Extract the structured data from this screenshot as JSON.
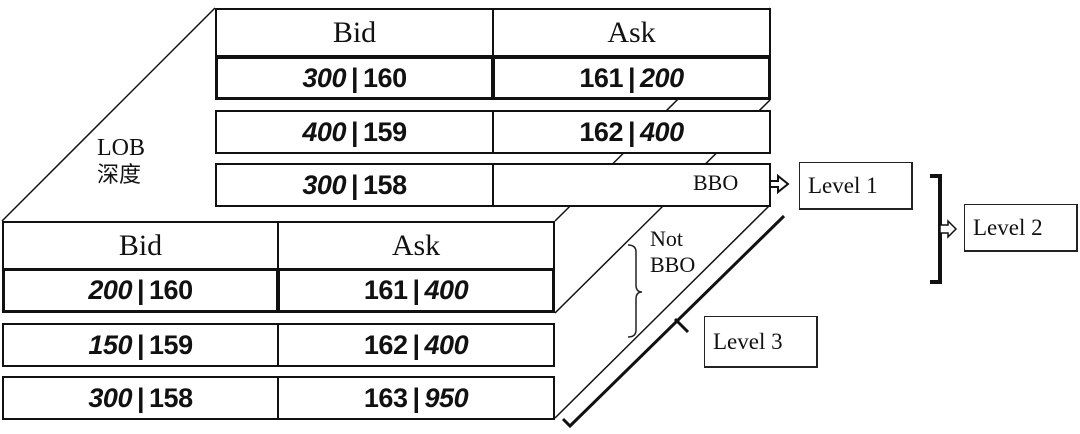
{
  "back_table": {
    "header": {
      "bid": "Bid",
      "ask": "Ask"
    },
    "rows": [
      {
        "bid_qty": "300",
        "bid_price": "160",
        "ask_price": "161",
        "ask_qty": "200"
      },
      {
        "bid_qty": "400",
        "bid_price": "159",
        "ask_price": "162",
        "ask_qty": "400"
      },
      {
        "bid_qty": "300",
        "bid_price": "158",
        "ask_price": "",
        "ask_qty": ""
      }
    ]
  },
  "front_table": {
    "header": {
      "bid": "Bid",
      "ask": "Ask"
    },
    "rows": [
      {
        "bid_qty": "200",
        "bid_price": "160",
        "ask_price": "161",
        "ask_qty": "400"
      },
      {
        "bid_qty": "150",
        "bid_price": "159",
        "ask_price": "162",
        "ask_qty": "400"
      },
      {
        "bid_qty": "300",
        "bid_price": "158",
        "ask_price": "163",
        "ask_qty": "950"
      }
    ]
  },
  "separator": "|",
  "lob_label": {
    "line1": "LOB",
    "line2": "深度"
  },
  "bbo_label": "BBO",
  "not_bbo_label": {
    "line1": "Not",
    "line2": "BBO"
  },
  "levels": {
    "level1": "Level 1",
    "level2": "Level 2",
    "level3": "Level 3"
  }
}
